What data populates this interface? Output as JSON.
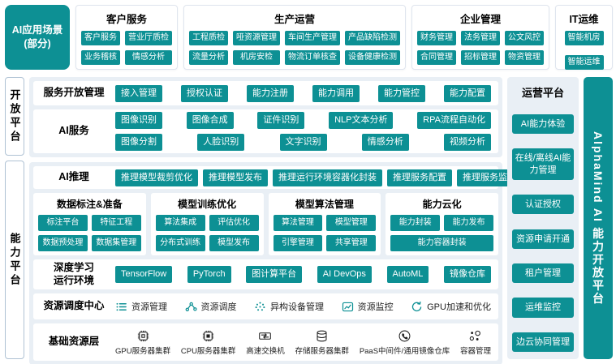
{
  "colors": {
    "teal": "#0D9094",
    "panel_background": "#E9EFF5",
    "text_dark": "#15181D",
    "white": "#FFFFFF"
  },
  "scenarios": {
    "label_line1": "AI应用场景",
    "label_line2": "(部分)",
    "groups": [
      {
        "title": "客户服务",
        "items": [
          "客户服务",
          "营业厅质检",
          "业务稽核",
          "情感分析"
        ]
      },
      {
        "title": "生产运营",
        "items": [
          "工程质检",
          "哑资源管理",
          "车间生产管理",
          "产品缺陷检测",
          "流量分析",
          "机房安检",
          "物流订单核查",
          "设备健康检测"
        ]
      },
      {
        "title": "企业管理",
        "items": [
          "财务管理",
          "法务管理",
          "公文风控",
          "合同管理",
          "招标管理",
          "物资管理"
        ]
      },
      {
        "title": "IT运维",
        "items": [
          "智能机房",
          "智能运维"
        ]
      }
    ]
  },
  "open_platform": {
    "side_label": "开放平台",
    "service_mgmt": {
      "label": "服务开放管理",
      "items": [
        "接入管理",
        "授权认证",
        "能力注册",
        "能力调用",
        "能力管控",
        "能力配置"
      ]
    },
    "ai_services": {
      "label": "AI服务",
      "row1": [
        "图像识别",
        "图像合成",
        "证件识别",
        "NLP文本分析",
        "RPA流程自动化"
      ],
      "row2": [
        "图像分割",
        "人脸识别",
        "文字识别",
        "情感分析",
        "视频分析"
      ]
    }
  },
  "capability_platform": {
    "side_label": "能力平台",
    "ai_inference": {
      "label": "AI推理",
      "items": [
        "推理模型裁剪优化",
        "推理模型发布",
        "推理运行环境容器化封装",
        "推理服务配置",
        "推理服务监控"
      ]
    },
    "sub_boxes": [
      {
        "title": "数据标注&准备",
        "items": [
          "标注平台",
          "特征工程",
          "数据预处理",
          "数据集管理"
        ]
      },
      {
        "title": "模型训练优化",
        "items": [
          "算法集成",
          "评估优化",
          "分布式训练",
          "模型发布"
        ]
      },
      {
        "title": "模型算法管理",
        "items": [
          "算法管理",
          "模型管理",
          "引擎管理",
          "共享管理"
        ]
      },
      {
        "title": "能力云化",
        "items": [
          "能力封装",
          "能力发布",
          "能力容器封装"
        ]
      }
    ],
    "dl_runtime": {
      "label_line1": "深度学习",
      "label_line2": "运行环境",
      "items": [
        "TensorFlow",
        "PyTorch",
        "图计算平台",
        "AI DevOps",
        "AutoML",
        "镜像仓库"
      ]
    },
    "resource_center": {
      "label": "资源调度中心",
      "items": [
        {
          "icon": "list-icon",
          "label": "资源管理"
        },
        {
          "icon": "nodes-icon",
          "label": "资源调度"
        },
        {
          "icon": "dots-icon",
          "label": "异构设备管理"
        },
        {
          "icon": "chart-icon",
          "label": "资源监控"
        },
        {
          "icon": "gpu-accel-icon",
          "label": "GPU加速和优化"
        }
      ]
    },
    "base_layer": {
      "label": "基础资源层",
      "items": [
        {
          "icon": "gpu-chip-icon",
          "label": "GPU服务器集群"
        },
        {
          "icon": "cpu-chip-icon",
          "label": "CPU服务器集群"
        },
        {
          "icon": "switch-icon",
          "label": "高速交换机"
        },
        {
          "icon": "storage-icon",
          "label": "存储服务器集群"
        },
        {
          "icon": "paas-icon",
          "label": "PaaS中间件/通用镜像仓库"
        },
        {
          "icon": "container-icon",
          "label": "容器管理"
        }
      ]
    }
  },
  "operations_platform": {
    "title": "运营平台",
    "items": [
      "AI能力体验",
      "在线/离线AI能力管理",
      "认证授权",
      "资源申请开通",
      "租户管理",
      "运维监控",
      "边云协同管理"
    ]
  },
  "brand_bar": {
    "label": "AlphaMind AI 能力开放平台"
  }
}
